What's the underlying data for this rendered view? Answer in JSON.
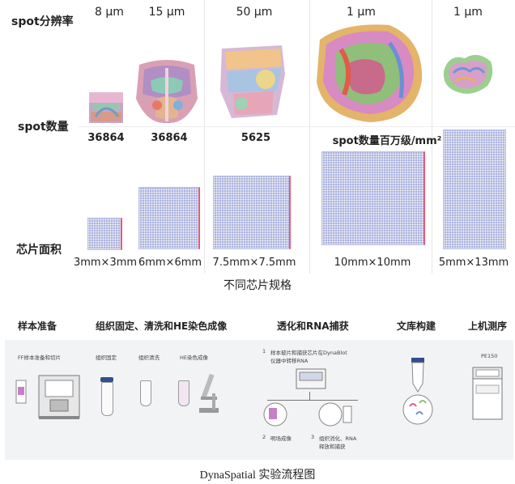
{
  "spec_table": {
    "row_labels": {
      "resolution": "spot分辨率",
      "spot_count": "spot数量",
      "chip_area": "芯片面积"
    },
    "columns": [
      {
        "resolution": "8 μm",
        "spot_count": "36864",
        "area": "3mm×3mm"
      },
      {
        "resolution": "15 μm",
        "spot_count": "36864",
        "area": "6mm×6mm"
      },
      {
        "resolution": "50 μm",
        "spot_count": "5625",
        "area": "7.5mm×7.5mm"
      },
      {
        "resolution": "1 μm",
        "spot_count": "spot数量百万级/mm²",
        "area": "10mm×10mm"
      },
      {
        "resolution": "1 μm",
        "spot_count": "",
        "area": "5mm×13mm"
      }
    ],
    "caption": "不同芯片规格"
  },
  "workflow": {
    "steps": [
      "样本准备",
      "组织固定、清洗和HE染色成像",
      "透化和RNA捕获",
      "文库构建",
      "上机测序"
    ],
    "sample_prep_label": "FF样本准备和切片",
    "fix_wash_labels": [
      "组织固定",
      "组织清洗",
      "HE染色成像"
    ],
    "capture_notes": {
      "note1_num": "1",
      "note1_line1": "样本玻片和捕获芯片在DynaBlot",
      "note1_line2": "仪器中转移RNA",
      "note2_num": "2",
      "note2": "明场成像",
      "note3_num": "3",
      "note3_line1": "组织消化、RNA",
      "note3_line2": "释放和捕获"
    },
    "sequencer_label": "PE150",
    "caption": "DynaSpatial 实验流程图"
  },
  "colors": {
    "chip_fill": "#aab1dd",
    "chip_edge": "#e65a7a",
    "band_bg": "#f2f3f5",
    "tube_cap": "#2f4f8f"
  }
}
